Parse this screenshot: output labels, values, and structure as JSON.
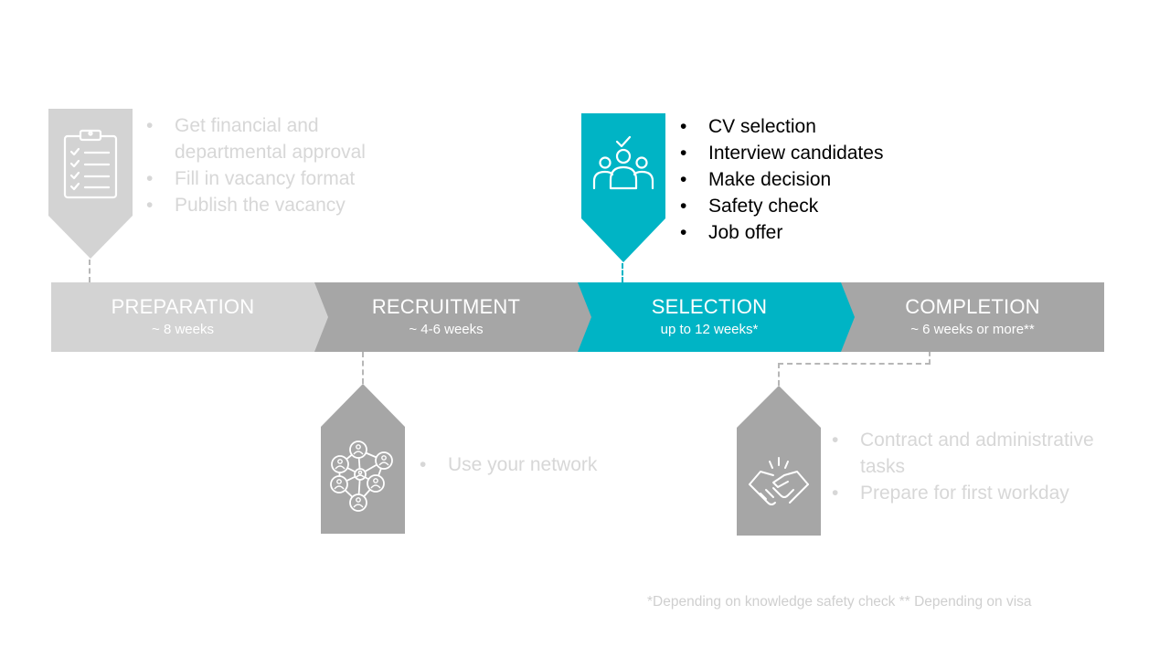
{
  "colors": {
    "preparation": "#d3d3d3",
    "recruitment": "#a6a6a6",
    "selection": "#00b4c5",
    "completion": "#a6a6a6",
    "muted_text": "#d7d7d7",
    "dark_text": "#000000"
  },
  "phases": [
    {
      "name": "PREPARATION",
      "duration": "~ 8 weeks",
      "icon": "clipboard-checklist-icon",
      "tasks": [
        "Get financial and departmental approval",
        "Fill in vacancy format",
        "Publish the vacancy"
      ]
    },
    {
      "name": "RECRUITMENT",
      "duration": "~ 4-6 weeks",
      "icon": "network-people-icon",
      "tasks": [
        "Use your network"
      ]
    },
    {
      "name": "SELECTION",
      "duration": "up to 12 weeks*",
      "icon": "team-check-icon",
      "tasks": [
        "CV selection",
        "Interview candidates",
        "Make decision",
        "Safety check",
        "Job offer"
      ]
    },
    {
      "name": "COMPLETION",
      "duration": "~ 6 weeks or more**",
      "icon": "handshake-icon",
      "tasks": [
        "Contract and administrative tasks",
        "Prepare for first workday"
      ]
    }
  ],
  "footnote": "*Depending on knowledge safety check ** Depending on visa"
}
